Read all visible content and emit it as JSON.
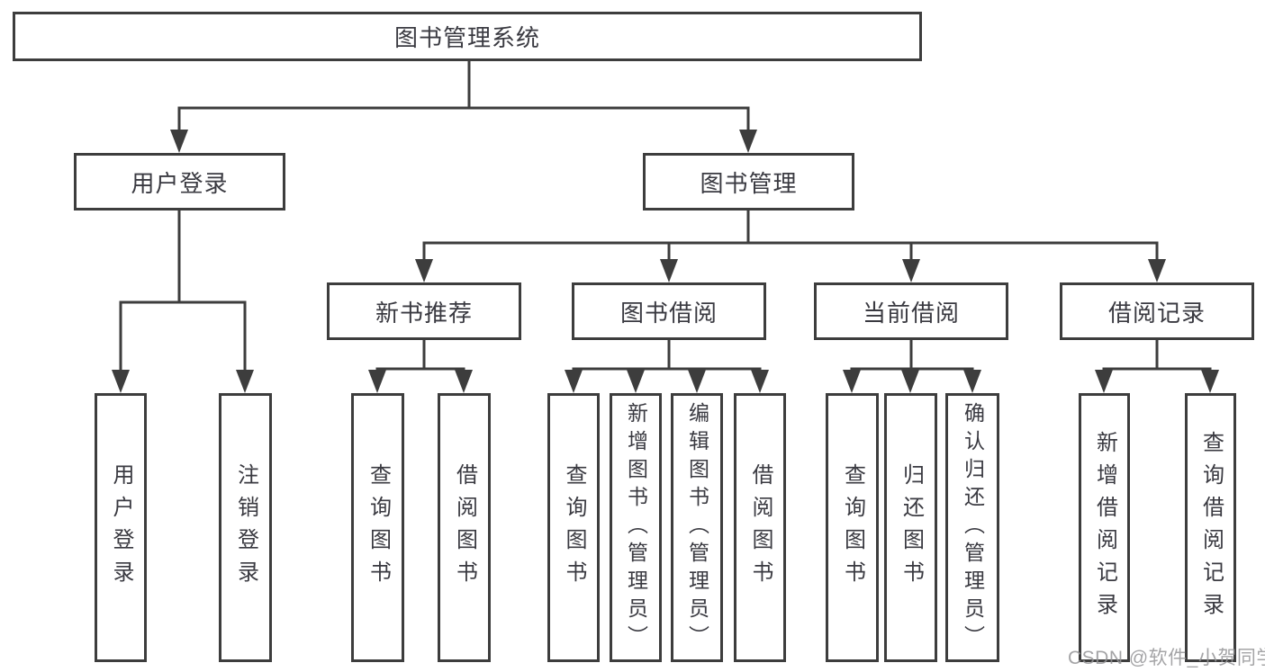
{
  "title": {
    "label": "图书管理系统"
  },
  "level1": [
    {
      "label": "用户登录"
    },
    {
      "label": "图书管理"
    }
  ],
  "level2": [
    {
      "label": "新书推荐"
    },
    {
      "label": "图书借阅"
    },
    {
      "label": "当前借阅"
    },
    {
      "label": "借阅记录"
    }
  ],
  "leaves": [
    {
      "label": "用户登录"
    },
    {
      "label": "注销登录"
    },
    {
      "label": "查询图书"
    },
    {
      "label": "借阅图书"
    },
    {
      "label": "查询图书"
    },
    {
      "label": "新增图书（管理员）"
    },
    {
      "label": "编辑图书（管理员）"
    },
    {
      "label": "借阅图书"
    },
    {
      "label": "查询图书"
    },
    {
      "label": "归还图书"
    },
    {
      "label": "确认归还（管理员）"
    },
    {
      "label": "新增借阅记录"
    },
    {
      "label": "查询借阅记录"
    }
  ],
  "watermark": {
    "label": "CSDN @软件_小贺同学"
  },
  "colors": {
    "line": "#3d3d3d",
    "text": "#3a3a41",
    "background": "#ffffff",
    "watermark": "#949496"
  }
}
